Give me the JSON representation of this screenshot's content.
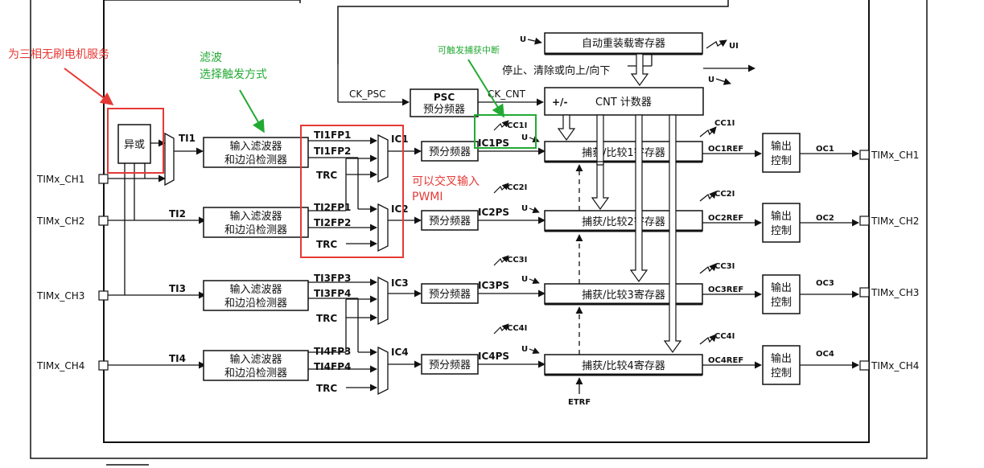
{
  "annotations": {
    "three_phase_motor": "为三相无刷电机服务",
    "filter_line1": "滤波",
    "filter_line2": "选择触发方式",
    "trigger_capture_irq": "可触发捕获中断",
    "cross_input_line1": "可以交叉输入",
    "cross_input_line2": "PWMI",
    "colors": {
      "red": "#e53935",
      "green": "#22aa33"
    }
  },
  "blocks": {
    "xor": "异或",
    "input_filter_line1": "输入滤波器",
    "input_filter_line2": "和边沿检测器",
    "psc_title": "PSC",
    "psc_sub": "预分频器",
    "prescaler": "预分频器",
    "cnt": "CNT 计数器",
    "cnt_sign": "+/-",
    "auto_reload": "自动重装载寄存器",
    "stop_clear": "停止、清除或向上/向下",
    "output_ctrl_line1": "输出",
    "output_ctrl_line2": "控制",
    "capture_compare": [
      "捕获/比较1寄存器",
      "捕获/比较2寄存器",
      "捕获/比较3寄存器",
      "捕获/比较4寄存器"
    ]
  },
  "signals": {
    "ck_psc": "CK_PSC",
    "ck_cnt": "CK_CNT",
    "ti": [
      "TI1",
      "TI2",
      "TI3",
      "TI4"
    ],
    "fp": [
      "TI1FP1",
      "TI1FP2",
      "TI2FP1",
      "TI2FP2",
      "TI3FP3",
      "TI3FP4",
      "TI4FP3",
      "TI4FP4"
    ],
    "trc": "TRC",
    "ic": [
      "IC1",
      "IC2",
      "IC3",
      "IC4"
    ],
    "icps": [
      "IC1PS",
      "IC2PS",
      "IC3PS",
      "IC4PS"
    ],
    "cci": [
      "CC1I",
      "CC2I",
      "CC3I",
      "CC4I"
    ],
    "ocref": [
      "OC1REF",
      "OC2REF",
      "OC3REF",
      "OC4REF"
    ],
    "oc": [
      "OC1",
      "OC2",
      "OC3",
      "OC4"
    ],
    "u": "U",
    "ui": "UI",
    "etrf": "ETRF"
  },
  "pins": [
    "TIMx_CH1",
    "TIMx_CH2",
    "TIMx_CH3",
    "TIMx_CH4"
  ]
}
